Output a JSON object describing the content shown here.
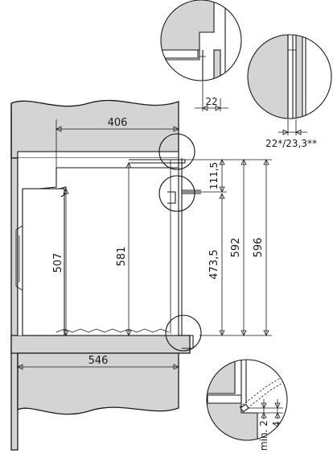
{
  "dimensions": {
    "cabinet_width": "406",
    "niche_width": "546",
    "oven_height": "507",
    "interior_height": "581",
    "height_473": "473,5",
    "height_592": "592",
    "height_596": "596",
    "height_111": "111,5",
    "top_detail_gap": "22",
    "side_detail_gap": "22*/23,3**",
    "bottom_min": "min. 2",
    "bottom_four": "4"
  }
}
